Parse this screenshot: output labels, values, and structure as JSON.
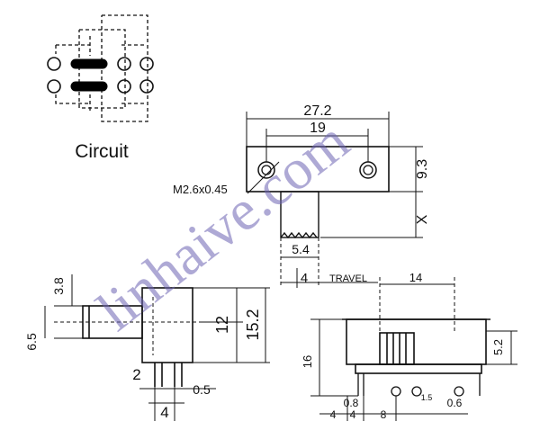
{
  "circuit_label": "Circuit",
  "top_view": {
    "overall_width": "27.2",
    "hole_spacing": "19",
    "height": "9.3",
    "screw_thread": "M2.6x0.45",
    "lever_offset": "X",
    "lever_width": "5.4",
    "travel_value": "4",
    "travel_label": "TRAVEL"
  },
  "side_view": {
    "lever_thickness": "3.8",
    "lever_height": "6.5",
    "body_height": "12",
    "total_height": "15.2",
    "pin_offset": "2",
    "pin_thickness": "0.5",
    "pin_pitch": "4"
  },
  "front_view": {
    "slot_width": "14",
    "body_height": "16",
    "lever_height": "5.2",
    "pin_dims": [
      "0.8",
      "4",
      "8",
      "1.5",
      "0.6"
    ],
    "left_dim": "4"
  },
  "watermark": "linhaive.com"
}
